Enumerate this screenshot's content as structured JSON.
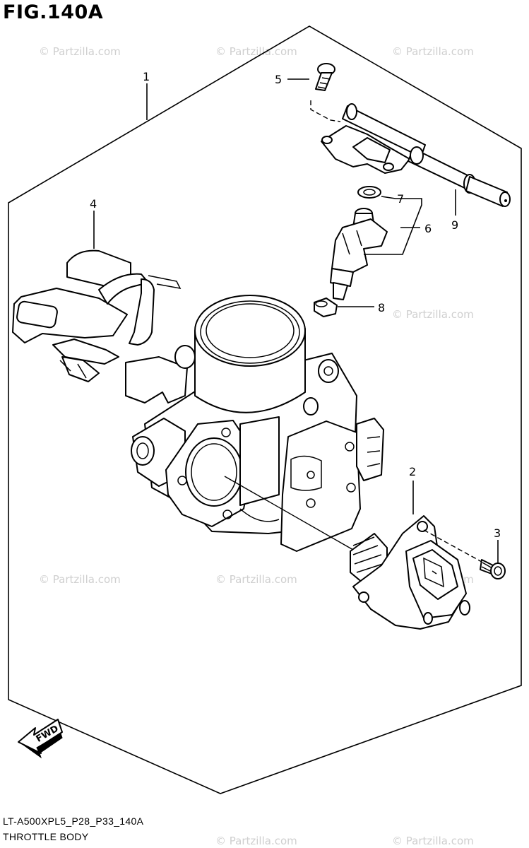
{
  "figure": {
    "title": "FIG.140A",
    "diagram_code": "LT-A500XPL5_P28_P33_140A",
    "section_name": "THROTTLE BODY"
  },
  "callouts": [
    "1",
    "2",
    "3",
    "4",
    "5",
    "6",
    "7",
    "8",
    "9"
  ],
  "direction_marker": {
    "label": "FWD",
    "icon": "forward-arrow-icon"
  },
  "watermark": {
    "text": "© Partzilla.com"
  },
  "colors": {
    "line": "#000000",
    "background": "#ffffff",
    "watermark": "#cfcfcf"
  }
}
